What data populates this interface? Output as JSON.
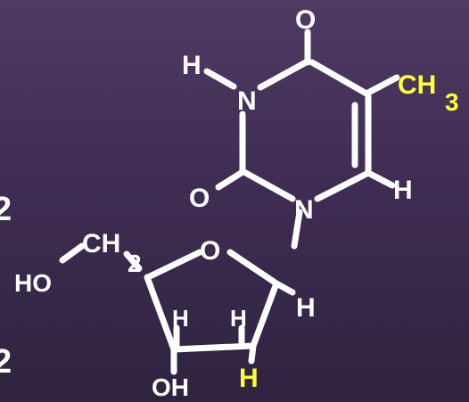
{
  "diagram": {
    "edge_digits": [
      "2",
      "2"
    ],
    "thymine": {
      "O_top": "O",
      "H_left": "H",
      "N_left": "N",
      "CH": "CH",
      "sub_3": "3",
      "O_left": "O",
      "N_bottom": "N",
      "H_right": "H"
    },
    "sugar": {
      "HO": "HO",
      "CH": "CH",
      "sub_2": "2",
      "O_ring": "O",
      "H_right": "H",
      "H_left_inner": "H",
      "H_right_inner": "H",
      "OH": "OH",
      "H_yellow": "H"
    },
    "colors": {
      "background": "#3f2d53",
      "bond": "#ffffff",
      "highlight": "#ffff33"
    }
  }
}
